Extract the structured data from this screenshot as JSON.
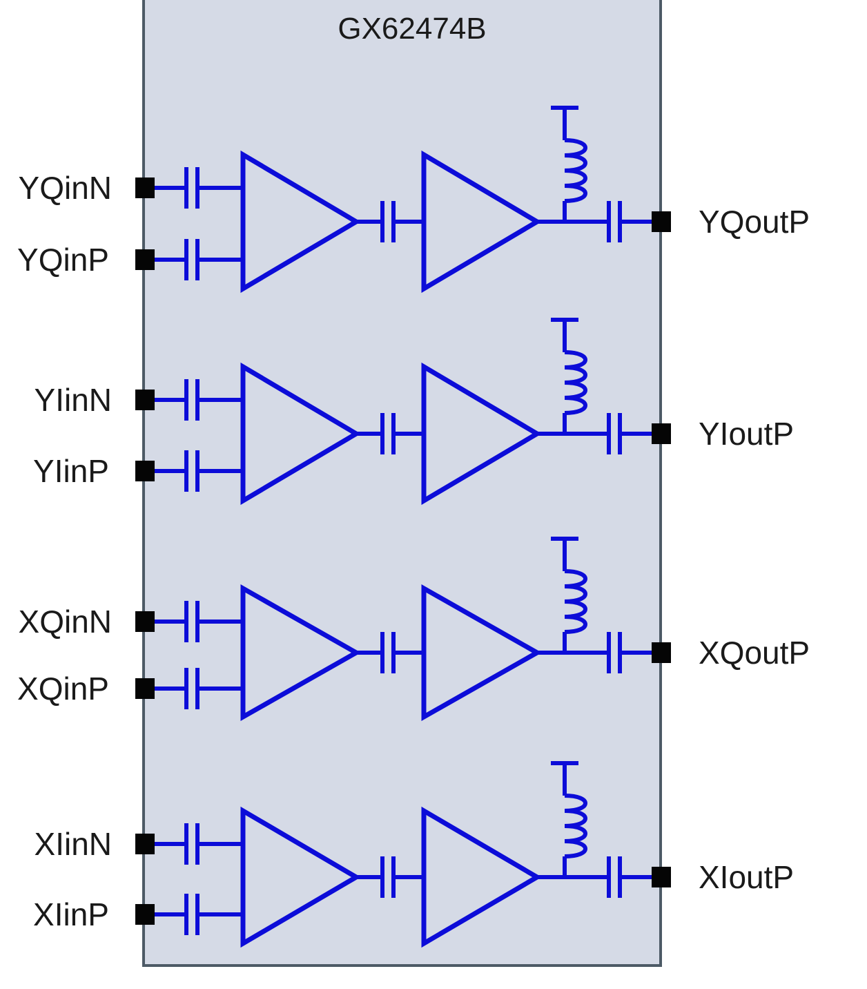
{
  "chip": {
    "part_number": "GX62474B",
    "body_color": "#d5dae6",
    "border_color": "#4d5a66",
    "circuit_color": "#0c0cd8",
    "pin_color": "#050505"
  },
  "channels": [
    {
      "name": "YQ",
      "input_n": "YQinN",
      "input_p": "YQinP",
      "output": "YQoutP",
      "components": [
        "input-capacitor-n",
        "input-capacitor-p",
        "amplifier-stage-1",
        "coupling-capacitor",
        "amplifier-stage-2",
        "bias-inductor",
        "output-capacitor"
      ]
    },
    {
      "name": "YI",
      "input_n": "YIinN",
      "input_p": "YIinP",
      "output": "YIoutP",
      "components": [
        "input-capacitor-n",
        "input-capacitor-p",
        "amplifier-stage-1",
        "coupling-capacitor",
        "amplifier-stage-2",
        "bias-inductor",
        "output-capacitor"
      ]
    },
    {
      "name": "XQ",
      "input_n": "XQinN",
      "input_p": "XQinP",
      "output": "XQoutP",
      "components": [
        "input-capacitor-n",
        "input-capacitor-p",
        "amplifier-stage-1",
        "coupling-capacitor",
        "amplifier-stage-2",
        "bias-inductor",
        "output-capacitor"
      ]
    },
    {
      "name": "XI",
      "input_n": "XIinN",
      "input_p": "XIinP",
      "output": "XIoutP",
      "components": [
        "input-capacitor-n",
        "input-capacitor-p",
        "amplifier-stage-1",
        "coupling-capacitor",
        "amplifier-stage-2",
        "bias-inductor",
        "output-capacitor"
      ]
    }
  ]
}
